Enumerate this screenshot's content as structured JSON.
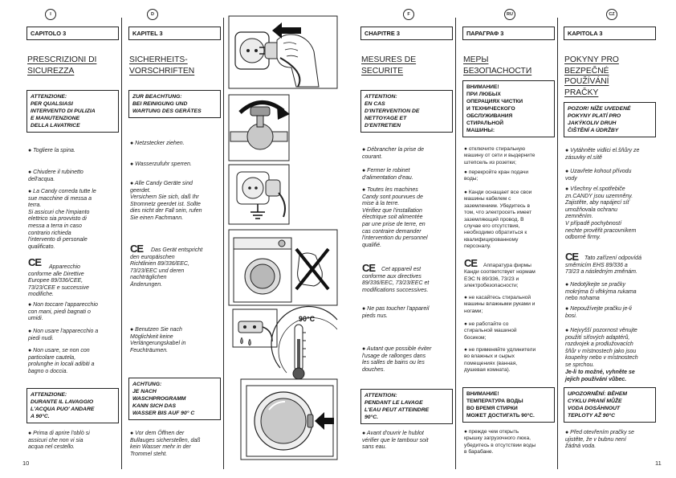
{
  "page_numbers": {
    "left": "10",
    "right": "11"
  },
  "ce_mark": "CE",
  "illustrations": {
    "temp_label": "90°C"
  },
  "it": {
    "badge": "I",
    "chapter": "CAPITOLO 3",
    "title": "PRESCRIZIONI DI\nSICUREZZA",
    "notice": "ATTENZIONE:\nPER QUALSIASI\nINTERVENTO DI PULIZIA\nE MANUTENZIONE\nDELLA LAVATRICE",
    "b1": "● Togliere la spina.",
    "b2": "● Chiudere il rubinetto\ndell'acqua.",
    "b3": "● La Candy correda tutte le\nsue macchine di messa a\nterra.\nSi assicuri che l'impianto\nelettrico sia provvisto di\nmessa a terra in caso\ncontrario richieda\nl'intervento di personale\nqualificato.",
    "ce_text": "Apparecchio\nconforme alle Direttive\nEuropee 89/336/CEE,\n73/23/CEE e successive\nmodifiche.",
    "b4": "● Non toccare l'apparecchio\ncon mani, piedi bagnati o\numidi.",
    "b5": "● Non usare l'apparecchio a\npiedi nudi.",
    "b6": "● Non usare, se non con\nparticolare cautela,\nprolunghe in locali adibiti a\nbagno o doccia.",
    "alert": "ATTENZIONE:\nDURANTE IL LAVAGGIO\nL'ACQUA PUO' ANDARE\nA 90°C.",
    "b7": "● Prima di aprire l'oblò si\nassicuri che non vi sia\nacqua nel cestello."
  },
  "de": {
    "badge": "D",
    "chapter": "KAPITEL 3",
    "title": "SICHERHEITS-\nVORSCHRIFTEN",
    "notice": "ZUR BEACHTUNG:\nBEI REINIGUNG UND\nWARTUNG DES GERÄTES",
    "b1": "● Netzstecker ziehen.",
    "b2": "● Wasserzufuhr sperren.",
    "b3": "● Alle Candy Geräte sind\ngeerdet.\nVersichern Sie sich, daß Ihr\nStromnetz geerdet ist. Sollte\ndies nicht der Fall sein, rufen\nSie einen Fachmann.",
    "ce_text": "Das Gerät entspricht\nden europäischen\nRichtlinien 89/336/EEC,\n73/23/EEC und deren\nnachträglichen\nÄnderungen.",
    "b4": "● Benutzen Sie nach\nMöglichkeit keine\nVerlängerungskabel in\nFeuchträumen.",
    "alert": "ACHTUNG:\nJE NACH\nWASCHPROGRAMM\nKANN SICH DAS\nWASSER BIS AUF 90° C",
    "b5": "● Vor dem Öffnen der\nBullauges sicherstellen, daß\nkein Wasser mehr in der\nTrommel steht."
  },
  "fr": {
    "badge": "F",
    "chapter": "CHAPITRE 3",
    "title": "MESURES DE\nSECURITE",
    "notice": "ATTENTION:\nEN CAS\nD'INTERVENTION DE\nNETTOYAGE ET\nD'ENTRETIEN",
    "b1": "● Débrancher la prise de\ncourant.",
    "b2": "● Fermer le robinet\nd'alimentation d'eau.",
    "b3": "● Toutes les machines\nCandy sont pourvues de\nmise à la terre.\nVérifiez que l'installation\nélectrique soit alimentée\npar une prise de terre, en\ncas contraire demander\nl'intervention du personnel\nqualifié.",
    "ce_text": "Cet appareil est\nconforme aux directives\n89/336/EEC, 73/23/EEC et\nmodifications successives.",
    "b4": "● Ne pas toucher l'appareil\npieds nus.",
    "b5": "● Autant que possible éviter\nl'usage de rallonges dans\nles salles de bains ou les\ndouches.",
    "alert": "ATTENTION:\nPENDANT LE LAVAGE\nL'EAU PEUT ATTEINDRE\n90°C.",
    "b6": "● Avant d'ouvrir le hublot\nvérifier que le tambour soit\nsans eau."
  },
  "ru": {
    "badge": "RU",
    "chapter": "ПАРАГРАФ 3",
    "title": "МЕРЫ\nБЕЗОПАСНОСТИ",
    "notice": "ВНИМАНИЕ!\nПРИ ЛЮБЫХ\nОПЕРАЦИЯХ ЧИСТКИ\nИ ТЕХНИЧЕСКОГО\nОБСЛУЖИВАНИЯ\nСТИРАЛЬНОЙ\nМАШИНЫ:",
    "b1": "● отключите стиральную\nмашину от сети и выдерните\nштепсель из розетки;",
    "b2": "● перекройте кран подачи\nводы;",
    "b3": "● Канди оснащает все свои\nмашины кабелем с\nзаземлением. Убедитесь в\nтом, что электросеть имеет\nзаземляющий провод. В\nслучае его отсутствия,\nнеобходимо обратиться к\nквалифицированному\nперсоналу.",
    "ce_text": "Аппаратура фирмы\nКанди соответствует нормам\nЕЭС N 89/336, 73/23 и\nэлектробезопасности;",
    "b4": "● не касайтесь стиральной\nмашины влажными руками и\nногами;",
    "b5": "● не работайте со\nстиральной машиной\nбосиком;",
    "b6": "● не применяйте удлинители\nво влажных и сырых\nпомещениях (ванная,\nдушевая комната).",
    "alert": "ВНИМАНИЕ!\nТЕМПЕРАТУРА ВОДЫ\nВО ВРЕМЯ СТИРКИ\nМОЖЕТ ДОСТИГАТЬ 90°С.",
    "b7": "● прежде чем открыть\nкрышку загрузочного люка,\nубедитесь в отсутствии воды\nв барабане."
  },
  "cz": {
    "badge": "CZ",
    "chapter": "KAPITOLA 3",
    "title": "POKYNY PRO\nBEZPEČNÉ\nPOUŽÍVÁNÍ\nPRAČKY",
    "notice": "POZOR! NÍŽE UVEDENÉ\nPOKYNY PLATÍ PRO\nJAKÝKOLIV DRUH\nČIŠTĚNÍ A ÚDRŽBY",
    "b1": "● Vytáhněte vidlici el.šňůry ze\nzásuvky el.sítě",
    "b2": "● Uzavřete kohout přívodu\nvody",
    "b3": "● Všechny el.spotřebiče\nzn.CANDY jsou uzemněny.\nZajistěte, aby napájecí síť\numožňovala ochranu\nzemněním.\nV případě pochybností\nnechte prověřit pracovníkem\nodborné firmy.",
    "ce_text": "Tato zařízení odpovídá\nsměrnicím EHS 89/336 a\n73/23 a následným změnám.",
    "b4": "● Nedotýkejte se pračky\nmokrýma či vlhkýma rukama\nnebo nohama",
    "b5": "● Nepoužívejte pračku je-li\nbosi.",
    "b6": "● Nejvyšší pozornost věnujte\npoužití síťových adaptérů,\nrozdvojek a prodlužovacích\nšňůr v místnostech jako jsou\nkoupelny nebo v místnostech\nse sprchou.",
    "b6_bold": "Je-li to možné, vyhněte se\njejich používání vůbec.",
    "alert": "UPOZORNĚNÍ: BĚHEM\nCYKLU PRANÍ MŮŽE\nVODA DOSÁHNOUT\nTEPLOTY AŽ 90°C",
    "b7": "● Před otevřením pračky se\nujistěte, že v bubnu není\nžádná voda."
  }
}
